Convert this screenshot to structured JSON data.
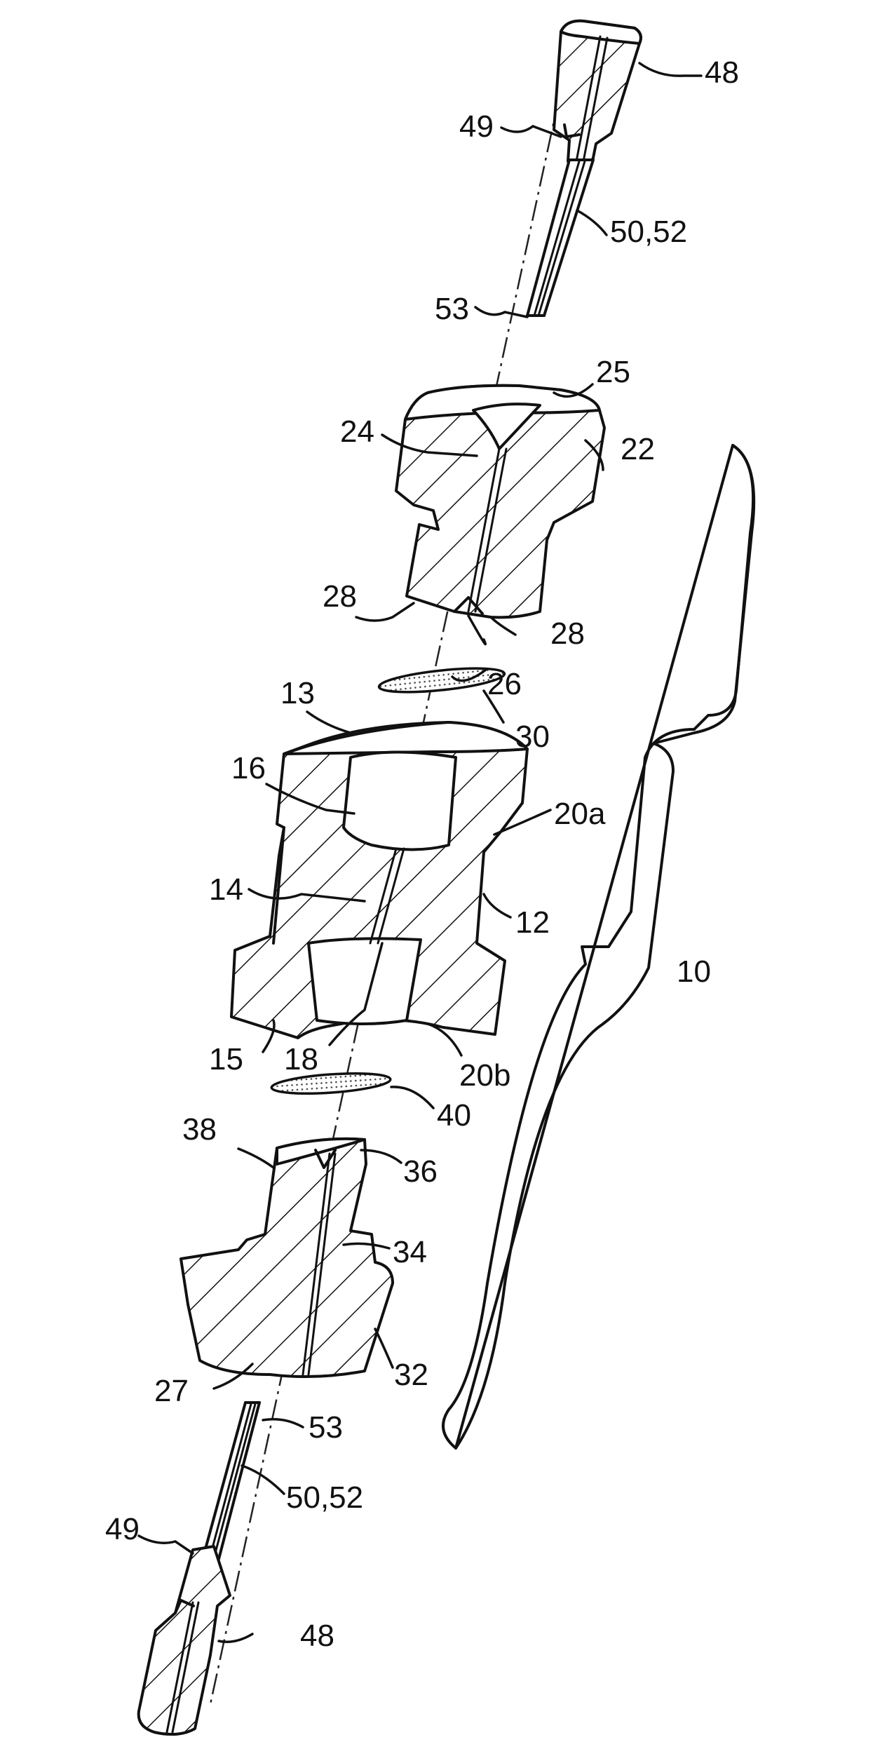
{
  "labels": {
    "n48_top": "48",
    "n49_top": "49",
    "n50_52_top": "50,52",
    "n53_top": "53",
    "n25": "25",
    "n24": "24",
    "n22": "22",
    "n28_left": "28",
    "n28_right": "28",
    "n26": "26",
    "n30": "30",
    "n13": "13",
    "n16": "16",
    "n20a": "20a",
    "n14": "14",
    "n12": "12",
    "n10": "10",
    "n15": "15",
    "n18": "18",
    "n20b": "20b",
    "n40": "40",
    "n38": "38",
    "n36": "36",
    "n34": "34",
    "n32": "32",
    "n27": "27",
    "n53_bottom": "53",
    "n50_52_bottom": "50,52",
    "n49_bottom": "49",
    "n48_bottom": "48"
  }
}
